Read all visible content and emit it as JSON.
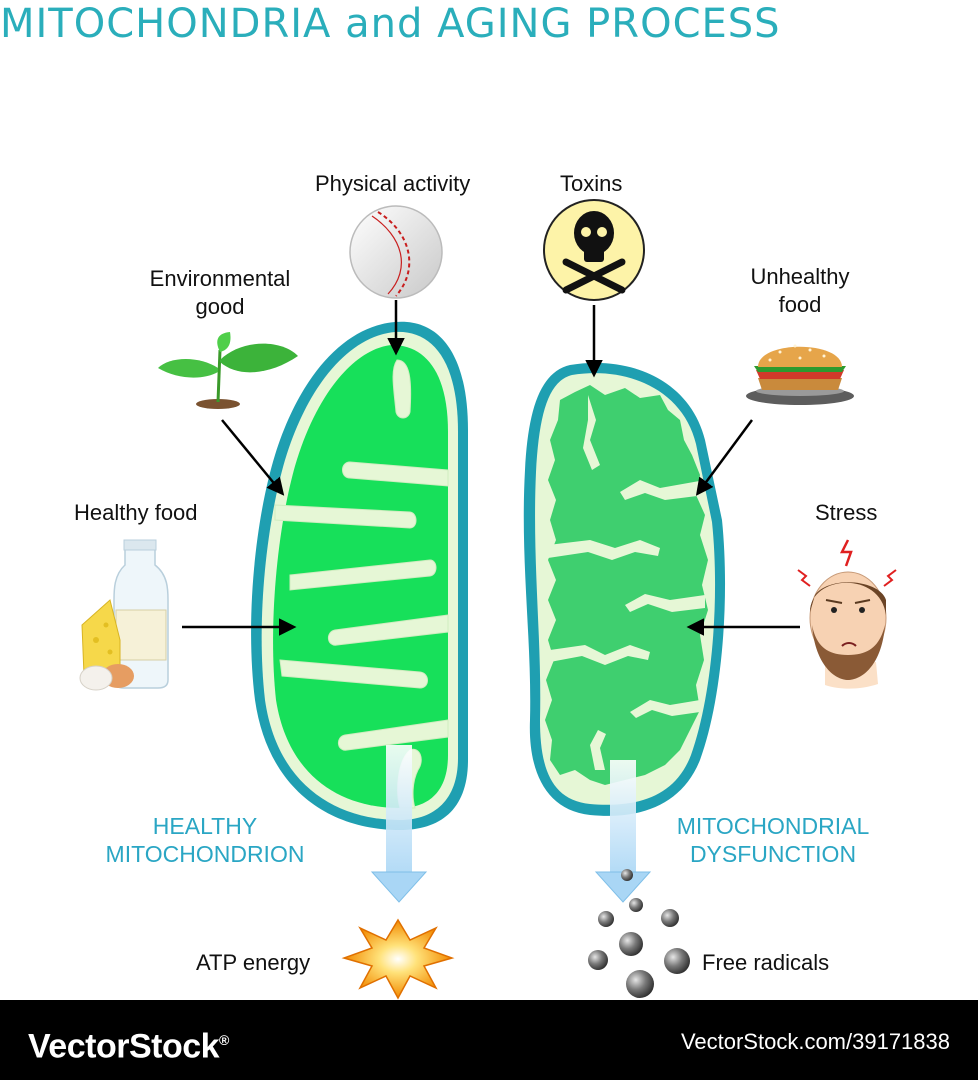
{
  "title": "MITOCHONDRIA and AGING PROCESS",
  "labels": {
    "physical_activity": "Physical activity",
    "toxins": "Toxins",
    "environmental_good_1": "Environmental",
    "environmental_good_2": "good",
    "unhealthy_food_1": "Unhealthy",
    "unhealthy_food_2": "food",
    "healthy_food": "Healthy food",
    "stress": "Stress",
    "healthy_mito_1": "HEALTHY",
    "healthy_mito_2": "MITOCHONDRION",
    "dysfunction_1": "MITOCHONDRIAL",
    "dysfunction_2": "DYSFUNCTION",
    "atp_energy": "ATP energy",
    "free_radicals": "Free radicals"
  },
  "footer": {
    "brand": "VectorStock",
    "registered_mark": "®",
    "url": "VectorStock.com/39171838"
  },
  "colors": {
    "title": "#2aaebb",
    "caption": "#2aa6c4",
    "membrane": "#1f9fb1",
    "matrix": "#17e05a",
    "intermembrane": "#e6f7d6",
    "damaged_matrix": "#3fcf6f"
  }
}
